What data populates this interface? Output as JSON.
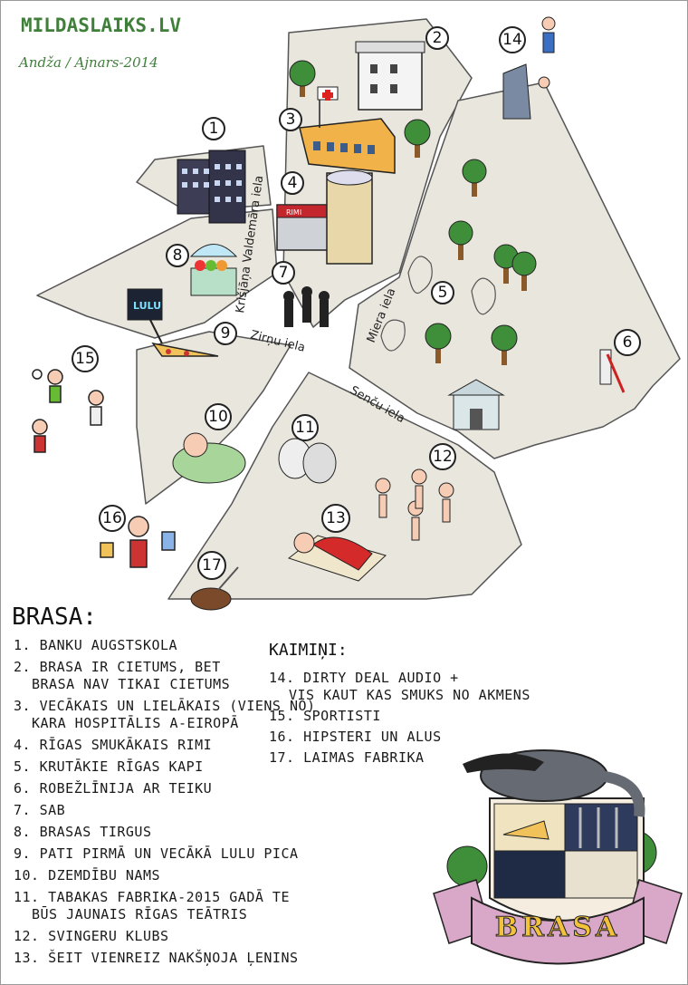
{
  "header": {
    "site": "MILDASLAIKS.LV",
    "authors": "Andža / Ajnars-2014"
  },
  "streets": {
    "valdemara": "Krišjāņa Valdemāra iela",
    "zirnu": "Zirņu iela",
    "miera": "Miera iela",
    "sencu": "Senču iela"
  },
  "markers": [
    "1",
    "2",
    "3",
    "4",
    "5",
    "6",
    "7",
    "8",
    "9",
    "10",
    "11",
    "12",
    "13",
    "14",
    "15",
    "16",
    "17"
  ],
  "brasa_legend": {
    "title": "BRASA:",
    "items": [
      [
        "1. BANKU AUGSTSKOLA"
      ],
      [
        "2. BRASA IR CIETUMS, BET",
        "BRASA NAV TIKAI CIETUMS"
      ],
      [
        "3. VECĀKAIS UN LIELĀKAIS (VIENS NO)",
        "KARA HOSPITĀLIS A-EIROPĀ"
      ],
      [
        "4. RĪGAS SMUKĀKAIS RIMI"
      ],
      [
        "5. KRUTĀKIE RĪGAS KAPI"
      ],
      [
        "6. ROBEŽLĪNIJA AR TEIKU"
      ],
      [
        "7. SAB"
      ],
      [
        "8. BRASAS TIRGUS"
      ],
      [
        "9. PATI PIRMĀ UN VECĀKĀ LULU PICA"
      ],
      [
        "10. DZEMDĪBU NAMS"
      ],
      [
        "11. TABAKAS FABRIKA-2015 GADĀ TE",
        "BŪS JAUNAIS RĪGAS TEĀTRIS"
      ],
      [
        "12. SVINGERU KLUBS"
      ],
      [
        "13. ŠEIT VIENREIZ NAKŠŅOJA ĻENINS"
      ]
    ]
  },
  "kaimini_legend": {
    "title": "KAIMIŅI:",
    "items": [
      [
        "14. DIRTY DEAL AUDIO +",
        "VIS KAUT KAS SMUKS NO AKMENS"
      ],
      [
        "15. SPORTISTI"
      ],
      [
        "16. HIPSTERI UN ALUS"
      ],
      [
        "17. LAIMAS FABRIKA"
      ]
    ]
  },
  "labels": {
    "rimi_sign": "RIMI",
    "lulu_sign": "LULU",
    "crest_banner": "BRASA"
  },
  "colors": {
    "block_fill": "#e9e6dd",
    "road": "#ffffff",
    "outline": "#222222",
    "tree_green": "#3f8f3a",
    "banner": "#d9a7c7",
    "site_green": "#3f7f3a"
  }
}
